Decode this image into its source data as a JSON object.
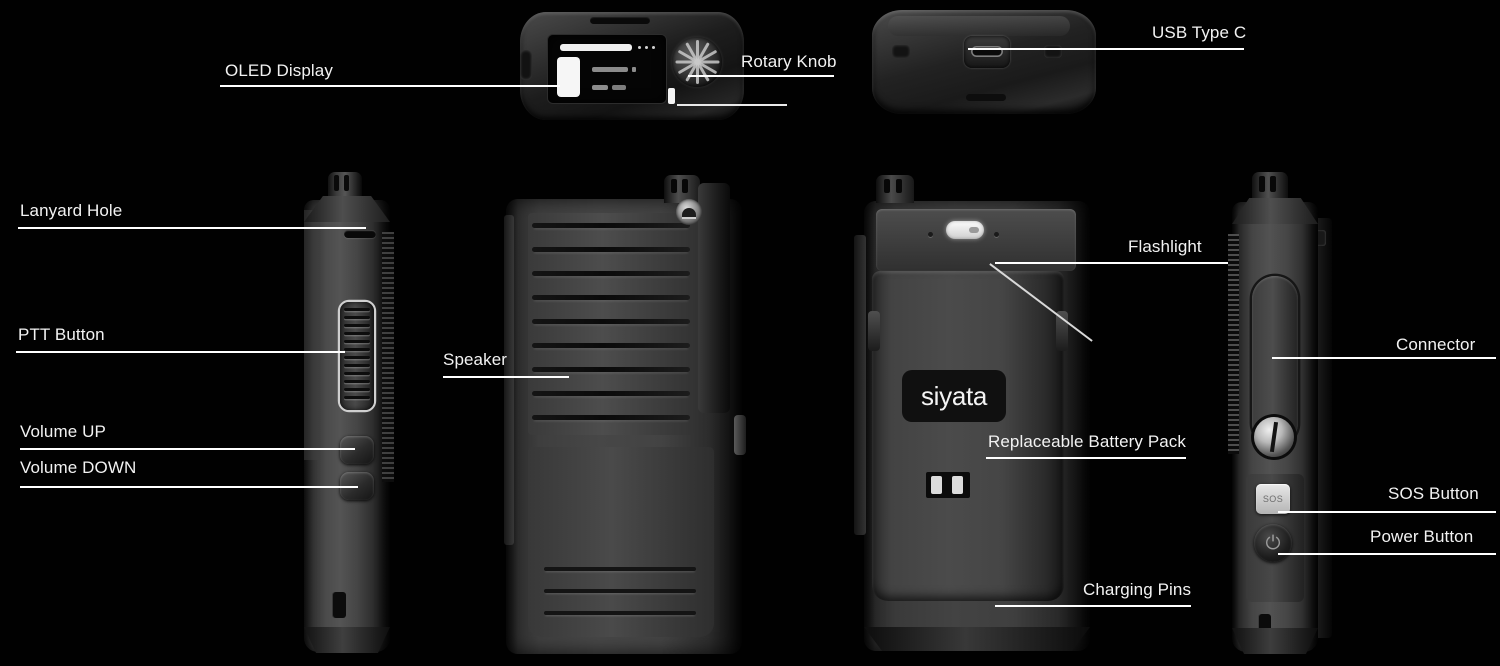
{
  "diagram": {
    "title": "Siyata rugged LTE handset – component callout diagram",
    "background_color": "#000000",
    "label_color": "#f2f2f2",
    "leader_color": "#ffffff"
  },
  "brand": {
    "logo_text": "siyata"
  },
  "callouts": [
    {
      "id": "oled-display",
      "label": "OLED Display",
      "side": "left",
      "view": "top-oled"
    },
    {
      "id": "rotary-knob",
      "label": "Rotary Knob",
      "side": "right",
      "view": "top-oled"
    },
    {
      "id": "usb-type-c",
      "label": "USB Type C",
      "side": "right",
      "view": "top-usb"
    },
    {
      "id": "lanyard-hole",
      "label": "Lanyard Hole",
      "side": "left",
      "view": "side-profile"
    },
    {
      "id": "ptt-button",
      "label": "PTT Button",
      "side": "left",
      "view": "side-profile"
    },
    {
      "id": "volume-up",
      "label": "Volume UP",
      "side": "left",
      "view": "side-profile"
    },
    {
      "id": "volume-down",
      "label": "Volume DOWN",
      "side": "left",
      "view": "side-profile"
    },
    {
      "id": "speaker",
      "label": "Speaker",
      "side": "left",
      "view": "speaker-back"
    },
    {
      "id": "flashlight",
      "label": "Flashlight",
      "side": "right",
      "view": "battery-back"
    },
    {
      "id": "replaceable-battery",
      "label": "Replaceable Battery Pack",
      "side": "right",
      "view": "battery-back"
    },
    {
      "id": "charging-pins",
      "label": "Charging Pins",
      "side": "right",
      "view": "battery-back"
    },
    {
      "id": "connector",
      "label": "Connector",
      "side": "right",
      "view": "right-profile"
    },
    {
      "id": "sos-button",
      "label": "SOS Button",
      "side": "right",
      "view": "right-profile"
    },
    {
      "id": "power-button",
      "label": "Power Button",
      "side": "right",
      "view": "right-profile"
    }
  ],
  "controls": {
    "sos_key_text": "SOS"
  },
  "views": [
    {
      "id": "top-oled",
      "name": "Top view with OLED display and rotary knob"
    },
    {
      "id": "top-usb",
      "name": "Top view with USB Type C port"
    },
    {
      "id": "side-profile",
      "name": "Left side profile"
    },
    {
      "id": "speaker-back",
      "name": "Rear view with speaker grille"
    },
    {
      "id": "battery-back",
      "name": "Rear view with battery pack removed cover"
    },
    {
      "id": "right-profile",
      "name": "Right side profile"
    }
  ]
}
